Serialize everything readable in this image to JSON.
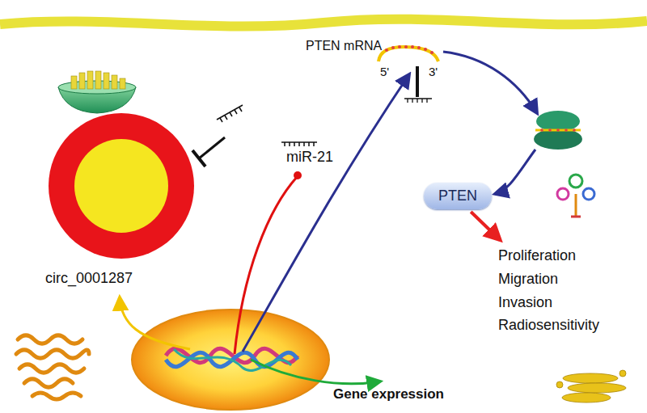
{
  "diagram": {
    "nodes": [
      {
        "text": [
          "circ_0001287"
        ]
      },
      {
        "text": [
          "PTEN"
        ]
      },
      {
        "text": [
          "Proliferation Migration Invasion Radiosensitivity"
        ]
      }
    ],
    "edges": [
      {
        "from": 1,
        "to": 2,
        "arrow": "to"
      }
    ],
    "labels": [
      "PTEN mRNA",
      "5'",
      "3'",
      "miR-21",
      "Gene expression"
    ]
  }
}
